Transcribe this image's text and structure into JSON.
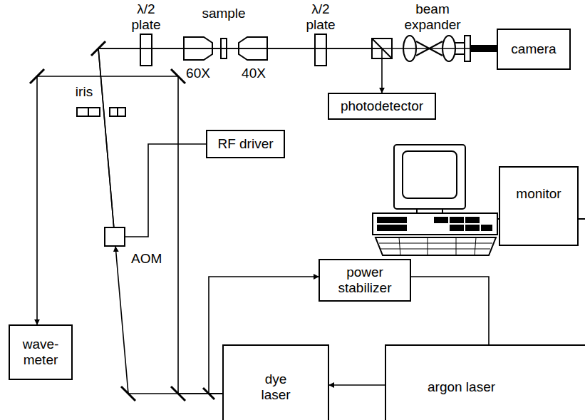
{
  "diagram": {
    "nodes": [
      {
        "text": [
          "camera"
        ]
      },
      {
        "text": [
          "photodetector"
        ]
      },
      {
        "text": [
          "RF driver"
        ]
      },
      {
        "text": [
          "monitor"
        ]
      },
      {
        "text": [
          "AOM"
        ]
      },
      {
        "text": [
          "power stabilizer"
        ]
      },
      {
        "text": [
          "wave- meter"
        ]
      },
      {
        "text": [
          "dye laser"
        ]
      },
      {
        "text": [
          "argon laser"
        ]
      }
    ],
    "edges": [
      {
        "from": 7,
        "to": 6,
        "arrow": "to"
      },
      {
        "from": 7,
        "to": 4,
        "arrow": "to"
      },
      {
        "from": 4,
        "to": 0,
        "arrow": "to"
      },
      {
        "from": 4,
        "to": 1,
        "arrow": "to"
      },
      {
        "from": 2,
        "to": 4,
        "arrow": "none"
      },
      {
        "from": 7,
        "to": 5,
        "arrow": "to"
      },
      {
        "from": 5,
        "to": 8,
        "arrow": "none"
      },
      {
        "from": 8,
        "to": 7,
        "arrow": "to"
      }
    ],
    "labels": [
      "λ/2 plate",
      "sample",
      "60X",
      "40X",
      "λ/2 plate",
      "beam expander",
      "iris"
    ]
  }
}
